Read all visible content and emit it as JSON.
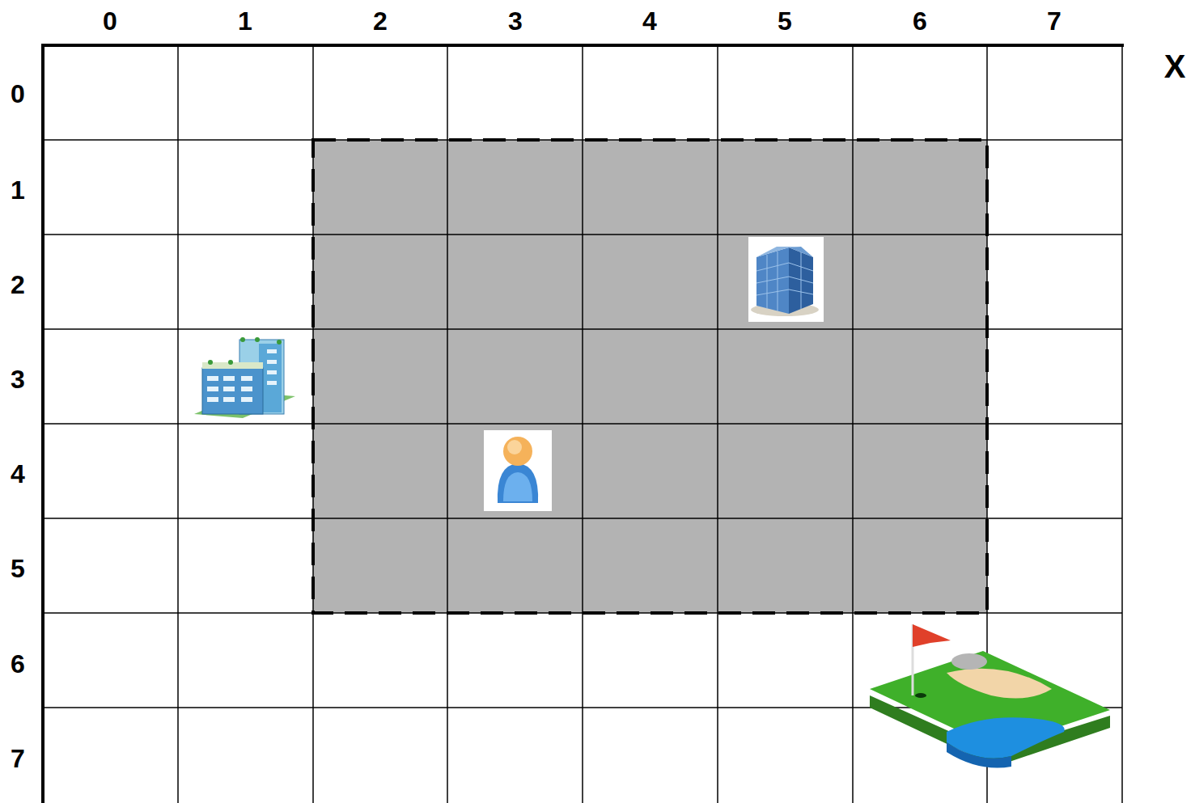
{
  "diagram": {
    "labels": [
      "0",
      "1",
      "2",
      "3",
      "4",
      "5",
      "6",
      "7",
      "0",
      "1",
      "2",
      "3",
      "4",
      "5",
      "6",
      "7",
      "X"
    ]
  }
}
